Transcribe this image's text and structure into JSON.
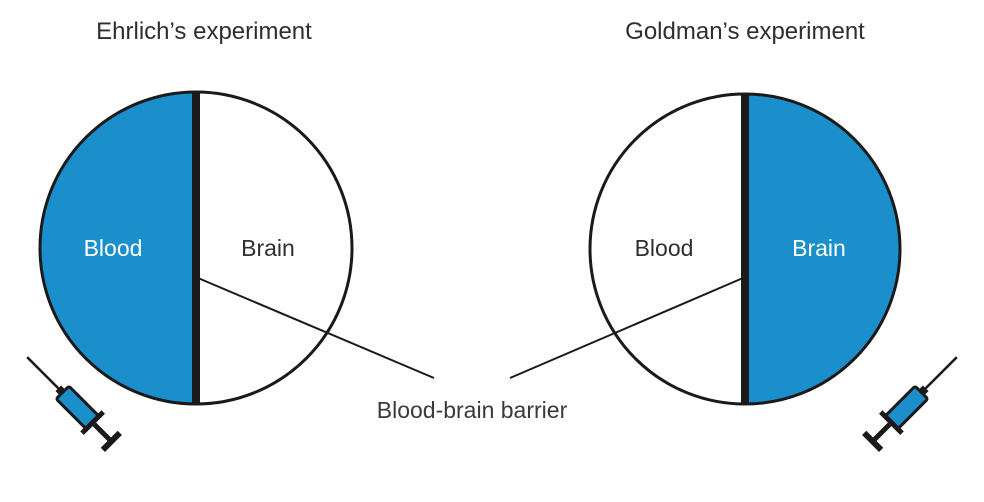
{
  "panels": {
    "left": {
      "title": "Ehrlich’s experiment",
      "dyed_half": "Blood",
      "clear_half": "Brain"
    },
    "right": {
      "title": "Goldman’s experiment",
      "clear_half": "Blood",
      "dyed_half": "Brain"
    }
  },
  "caption": "Blood-brain barrier",
  "colors": {
    "dye": "#1a8fcb",
    "barrier": "#1a1a1a",
    "outline": "#1a1a1a",
    "text": "#2f2f2f"
  },
  "icons": [
    "syringe-icon",
    "syringe-icon"
  ]
}
